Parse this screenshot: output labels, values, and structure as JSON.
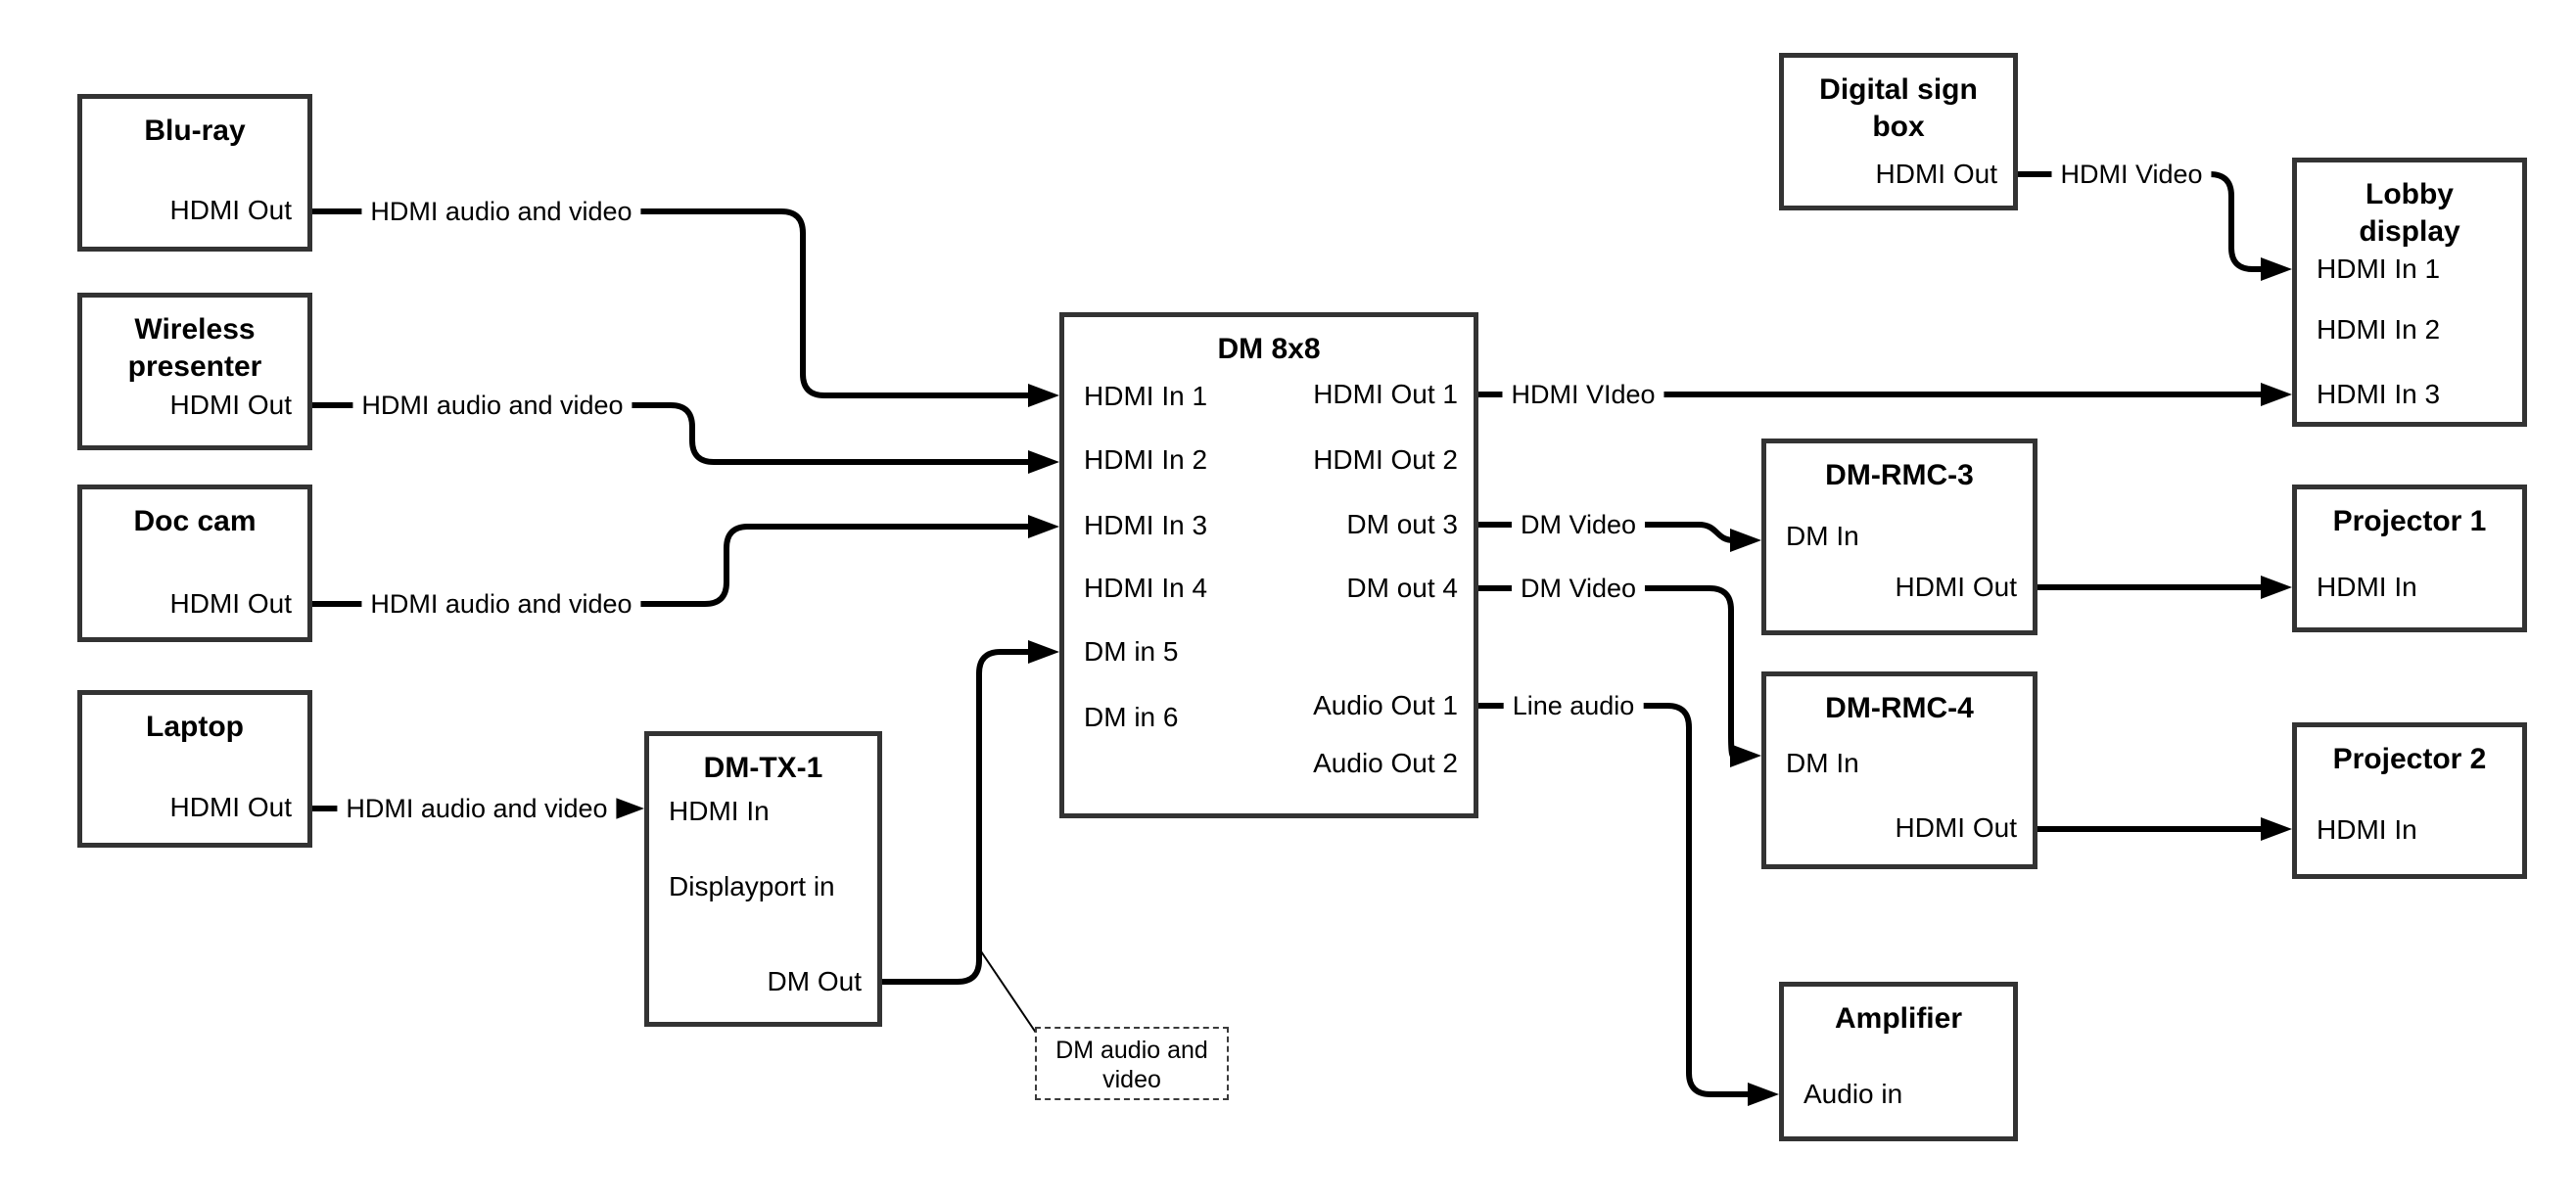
{
  "colors": {
    "background": "#ffffff",
    "box_border": "#333333",
    "line": "#000000",
    "text": "#000000"
  },
  "nodes": {
    "bluray": {
      "title": "Blu-ray",
      "ports": {
        "hdmi_out": "HDMI Out"
      }
    },
    "wireless_presenter": {
      "title": "Wireless presenter",
      "ports": {
        "hdmi_out": "HDMI Out"
      }
    },
    "doc_cam": {
      "title": "Doc cam",
      "ports": {
        "hdmi_out": "HDMI Out"
      }
    },
    "laptop": {
      "title": "Laptop",
      "ports": {
        "hdmi_out": "HDMI Out"
      }
    },
    "dm_tx_1": {
      "title": "DM-TX-1",
      "ports": {
        "hdmi_in": "HDMI In",
        "displayport_in": "Displayport in",
        "dm_out": "DM Out"
      }
    },
    "dm_8x8": {
      "title": "DM 8x8",
      "ports": {
        "hdmi_in_1": "HDMI In 1",
        "hdmi_in_2": "HDMI In 2",
        "hdmi_in_3": "HDMI In 3",
        "hdmi_in_4": "HDMI In 4",
        "dm_in_5": "DM in 5",
        "dm_in_6": "DM in 6",
        "hdmi_out_1": "HDMI Out 1",
        "hdmi_out_2": "HDMI Out 2",
        "dm_out_3": "DM out 3",
        "dm_out_4": "DM out 4",
        "audio_out_1": "Audio Out 1",
        "audio_out_2": "Audio Out 2"
      }
    },
    "digital_sign_box": {
      "title": "Digital sign box",
      "ports": {
        "hdmi_out": "HDMI Out"
      }
    },
    "lobby_display": {
      "title": "Lobby display",
      "ports": {
        "hdmi_in_1": "HDMI In 1",
        "hdmi_in_2": "HDMI In 2",
        "hdmi_in_3": "HDMI In 3"
      }
    },
    "dm_rmc_3": {
      "title": "DM-RMC-3",
      "ports": {
        "dm_in": "DM In",
        "hdmi_out": "HDMI Out"
      }
    },
    "projector_1": {
      "title": "Projector 1",
      "ports": {
        "hdmi_in": "HDMI In"
      }
    },
    "dm_rmc_4": {
      "title": "DM-RMC-4",
      "ports": {
        "dm_in": "DM In",
        "hdmi_out": "HDMI Out"
      }
    },
    "projector_2": {
      "title": "Projector 2",
      "ports": {
        "hdmi_in": "HDMI In"
      }
    },
    "amplifier": {
      "title": "Amplifier",
      "ports": {
        "audio_in": "Audio in"
      }
    }
  },
  "edge_labels": {
    "bluray_dm8x8": "HDMI audio and video",
    "wireless_dm8x8": "HDMI audio and video",
    "doccam_dm8x8": "HDMI audio and video",
    "laptop_dmtx1": "HDMI audio and video",
    "hdmi_out_1": "HDMI VIdeo",
    "dm_out_3": "DM Video",
    "dm_out_4": "DM Video",
    "audio_out_1": "Line audio",
    "digital_sign": "HDMI Video"
  },
  "callout": {
    "text": "DM audio and video"
  }
}
